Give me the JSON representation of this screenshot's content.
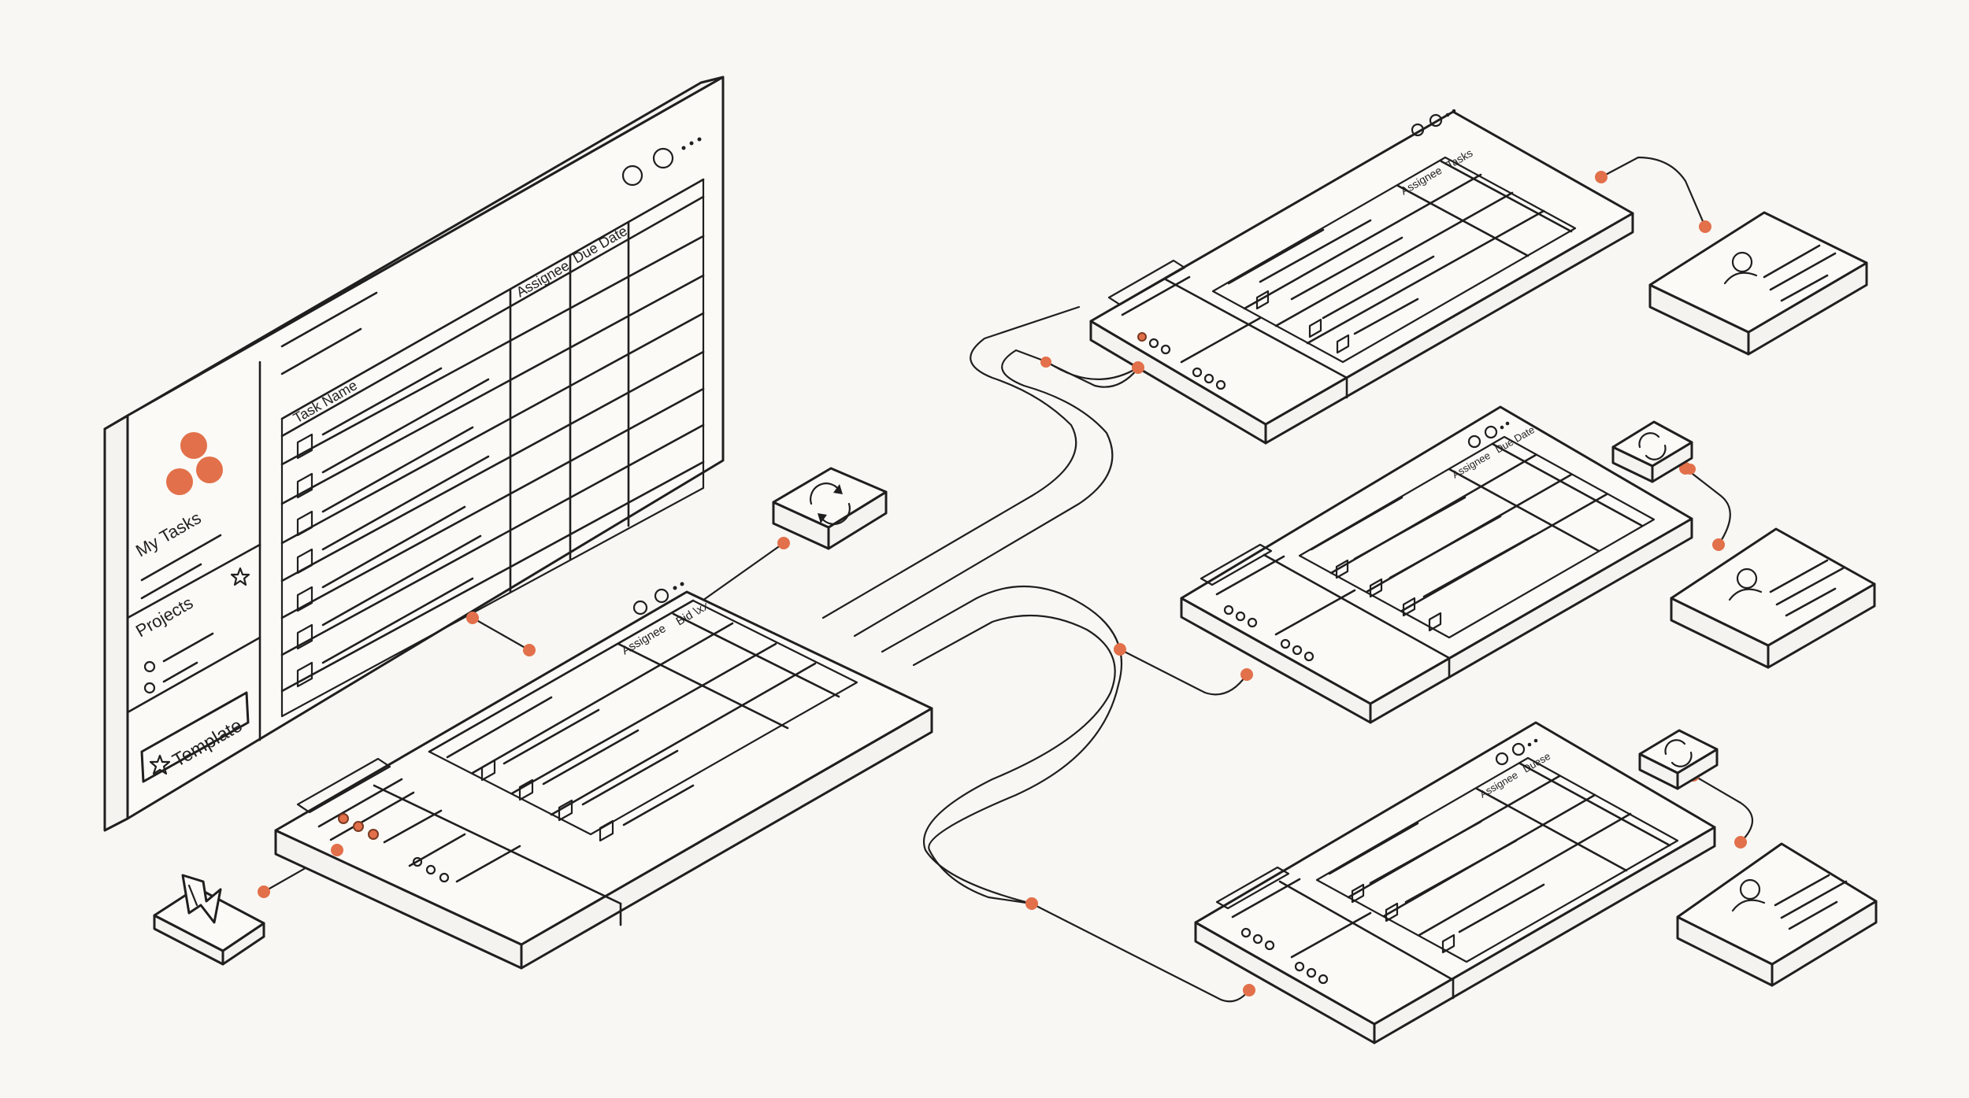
{
  "colors": {
    "accent": "#e2704a",
    "ink": "#1f1f1f",
    "paper": "#f8f7f3"
  },
  "main_window": {
    "sidebar": {
      "my_tasks": "My Tasks",
      "projects": "Projects",
      "template_button": "Template"
    },
    "table_headers": {
      "task_name": "Task Name",
      "assignee": "Assignee",
      "due_date": "Due Date"
    }
  },
  "task_panels": [
    {
      "id": "panel-center",
      "headers": [
        "Assignee",
        "Bid \\xx"
      ]
    },
    {
      "id": "panel-top-right",
      "headers": [
        "Assignee",
        "Tasks"
      ]
    },
    {
      "id": "panel-mid-right",
      "headers": [
        "Assignee",
        "Due Date"
      ]
    },
    {
      "id": "panel-bottom-right",
      "headers": [
        "Assignee",
        "Duese"
      ]
    }
  ],
  "icons": {
    "sync": "sync-icon",
    "more": "more-icon",
    "user": "user-card-icon",
    "lightning": "lightning-icon",
    "star": "star-icon",
    "logo": "asana-logo-icon"
  }
}
